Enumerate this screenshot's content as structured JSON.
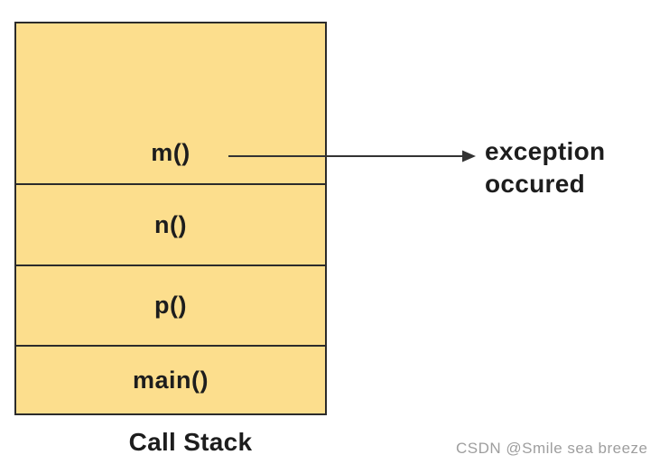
{
  "diagram": {
    "caption": "Call Stack",
    "stack_frames": [
      {
        "id": "m",
        "label": "m()"
      },
      {
        "id": "n",
        "label": "n()"
      },
      {
        "id": "p",
        "label": "p()"
      },
      {
        "id": "main",
        "label": "main()"
      }
    ],
    "annotation": {
      "lines": [
        "exception",
        "occured"
      ]
    },
    "colors": {
      "frame_fill": "#FCDE8D",
      "frame_border": "#2B2B2B",
      "text": "#1D1D1D",
      "arrow": "#333333",
      "watermark": "#9E9E9E"
    }
  },
  "watermark": {
    "text": "CSDN @Smile sea breeze"
  }
}
